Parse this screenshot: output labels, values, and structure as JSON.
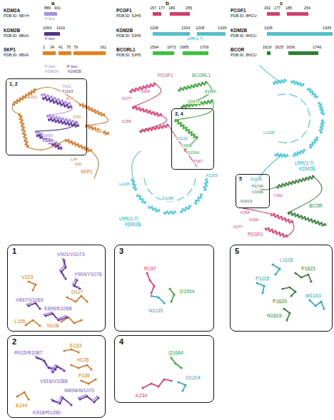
{
  "diagram": {
    "nodes": [
      {
        "text": [
          "1, 2"
        ]
      },
      {
        "text": [
          "3, 4"
        ]
      },
      {
        "text": [
          "5"
        ]
      },
      {
        "text": [
          "1",
          "V901/V1073",
          "Y904/Y1076",
          "V123",
          "D117",
          "V897/V1069",
          "E896/E1068",
          "L105",
          "N108"
        ]
      },
      {
        "text": [
          "2",
          "R915/R1087",
          "E133",
          "H135",
          "F139",
          "V916/V1088",
          "W898/W1070",
          "E149",
          "K918/R1090"
        ]
      },
      {
        "text": [
          "3",
          "R197",
          "N1135",
          "D1594"
        ]
      },
      {
        "text": [
          "4",
          "Q1664",
          "D1224",
          "K234"
        ]
      },
      {
        "text": [
          "5",
          "L1118",
          "P1621",
          "P1115",
          "W1143",
          "P1620",
          "N1619"
        ]
      }
    ],
    "labels": [
      "a",
      "b",
      "c",
      "KDM2A",
      "PDB ID: 6BYH",
      "889",
      "931",
      "F-box",
      "KDM2B",
      "PDB ID: 6BVA",
      "1064",
      "1103",
      "F-box",
      "SKP1",
      "PDB ID: 6BVA",
      "1",
      "34",
      "41",
      "75",
      "79",
      "161",
      "PCGF1",
      "PDB ID: 5JH5",
      "157",
      "177",
      "189",
      "255",
      "KDM2B",
      "PDB ID: 5JH5",
      "1106",
      "1203",
      "1208",
      "1335",
      "LRR(1-7)",
      "BCORL1",
      "PDB ID: 5JH5",
      "1594",
      "1673",
      "1685",
      "1709",
      "PCGF1",
      "PDB ID: 8HCU",
      "162",
      "177",
      "185",
      "254",
      "KDM2B",
      "PDB ID: 8HCU",
      "1106",
      "1335",
      "BCOR",
      "PDB ID: 8HCU",
      "1619",
      "1625",
      "1636",
      "1746",
      "F-box",
      "KDM2A",
      "/F-box",
      "KDM2B",
      "T931",
      "T1103",
      "E161",
      "E79",
      "D70",
      "D889",
      "V1064",
      "M1",
      "L34",
      "D41",
      "SKP1",
      "PCGF1",
      "BCORL1",
      "E1690",
      "Q1673",
      "N169",
      "S177",
      "K256",
      "C1120",
      "Y1609",
      "D1594",
      "P167",
      "F1203",
      "L1135",
      "D1186",
      "LRR(1-7)",
      "KDM2B",
      "L1328",
      "LRR(1-7)",
      "KDM2B",
      "D1109",
      "P1746",
      "V1636",
      "N1619",
      "Y162",
      "BCOR",
      "K254",
      "S169",
      "S177",
      "PCGF1"
    ]
  }
}
